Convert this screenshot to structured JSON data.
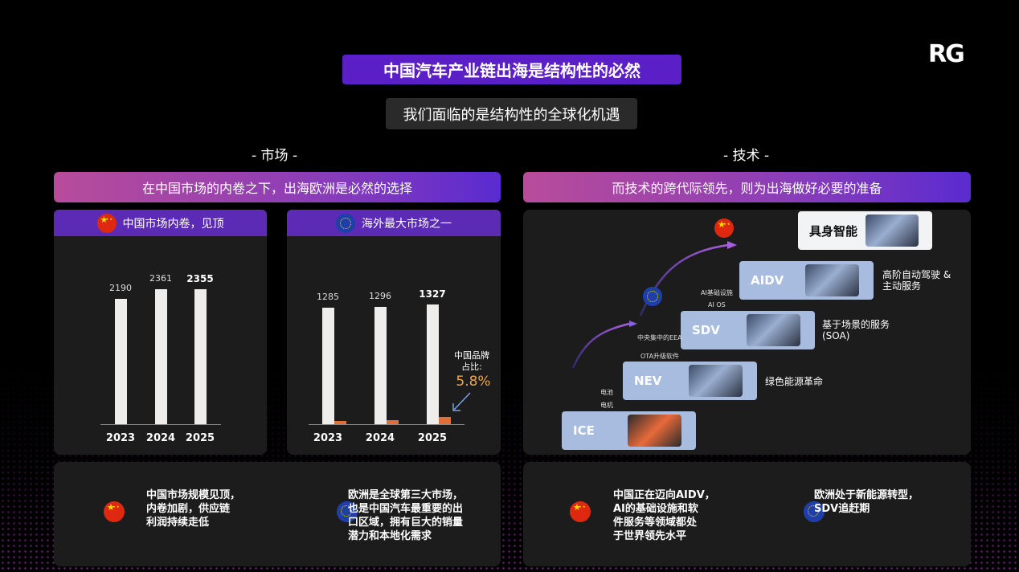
{
  "logo": "RG",
  "title": "中国汽车产业链出海是结构性的必然",
  "subtitle": "我们面临的是结构性的全球化机遇",
  "sections": {
    "market_label": "- 市场 -",
    "tech_label": "- 技术 -",
    "market_banner": "在中国市场的内卷之下，出海欧洲是必然的选择",
    "tech_banner": "而技术的跨代际领先，则为出海做好必要的准备"
  },
  "charts": [
    {
      "header": "中国市场内卷，见顶",
      "flag": "china-flag-icon",
      "chart_data": {
        "type": "bar",
        "categories": [
          "2023",
          "2024",
          "2025"
        ],
        "values": [
          2190,
          2361,
          2355
        ],
        "labels": [
          "2190",
          "2361",
          "2355"
        ]
      }
    },
    {
      "header": "海外最大市场之一",
      "flag": "eu-flag-icon",
      "chart_data": {
        "type": "bar",
        "categories": [
          "2023",
          "2024",
          "2025"
        ],
        "series": [
          {
            "values": [
              1285,
              1296,
              1327
            ]
          },
          {
            "values": [
              40,
              45,
              80
            ]
          }
        ],
        "labels": [
          "1285",
          "1296",
          "1327"
        ],
        "annotation_label": "中国品牌\n占比:",
        "annotation_value": "5.8%"
      }
    }
  ],
  "tech": {
    "top_box": "具身智能",
    "boxes": [
      {
        "label": "AIDV",
        "desc": "高阶自动驾驶 &\n主动服务"
      },
      {
        "label": "SDV",
        "desc": "基于场景的服务\n(SOA)"
      },
      {
        "label": "NEV",
        "desc": "绿色能源革命"
      },
      {
        "label": "ICE",
        "desc": ""
      }
    ],
    "small_labels": [
      "AI基础设施",
      "AI OS",
      "中央集中的EEA",
      "OTA升级软件",
      "电池",
      "电机"
    ]
  },
  "bottom": {
    "market_cn": "中国市场规模见顶，\n内卷加剧，供应链\n利润持续走低",
    "market_eu": "欧洲是全球第三大市场，\n也是中国汽车最重要的出\n口区域，拥有巨大的销量\n潜力和本地化需求",
    "tech_cn": "中国正在迈向AIDV，\nAI的基础设施和软\n件服务等领域都处\n于世界领先水平",
    "tech_eu": "欧洲处于新能源转型，\nSDV追赶期"
  }
}
